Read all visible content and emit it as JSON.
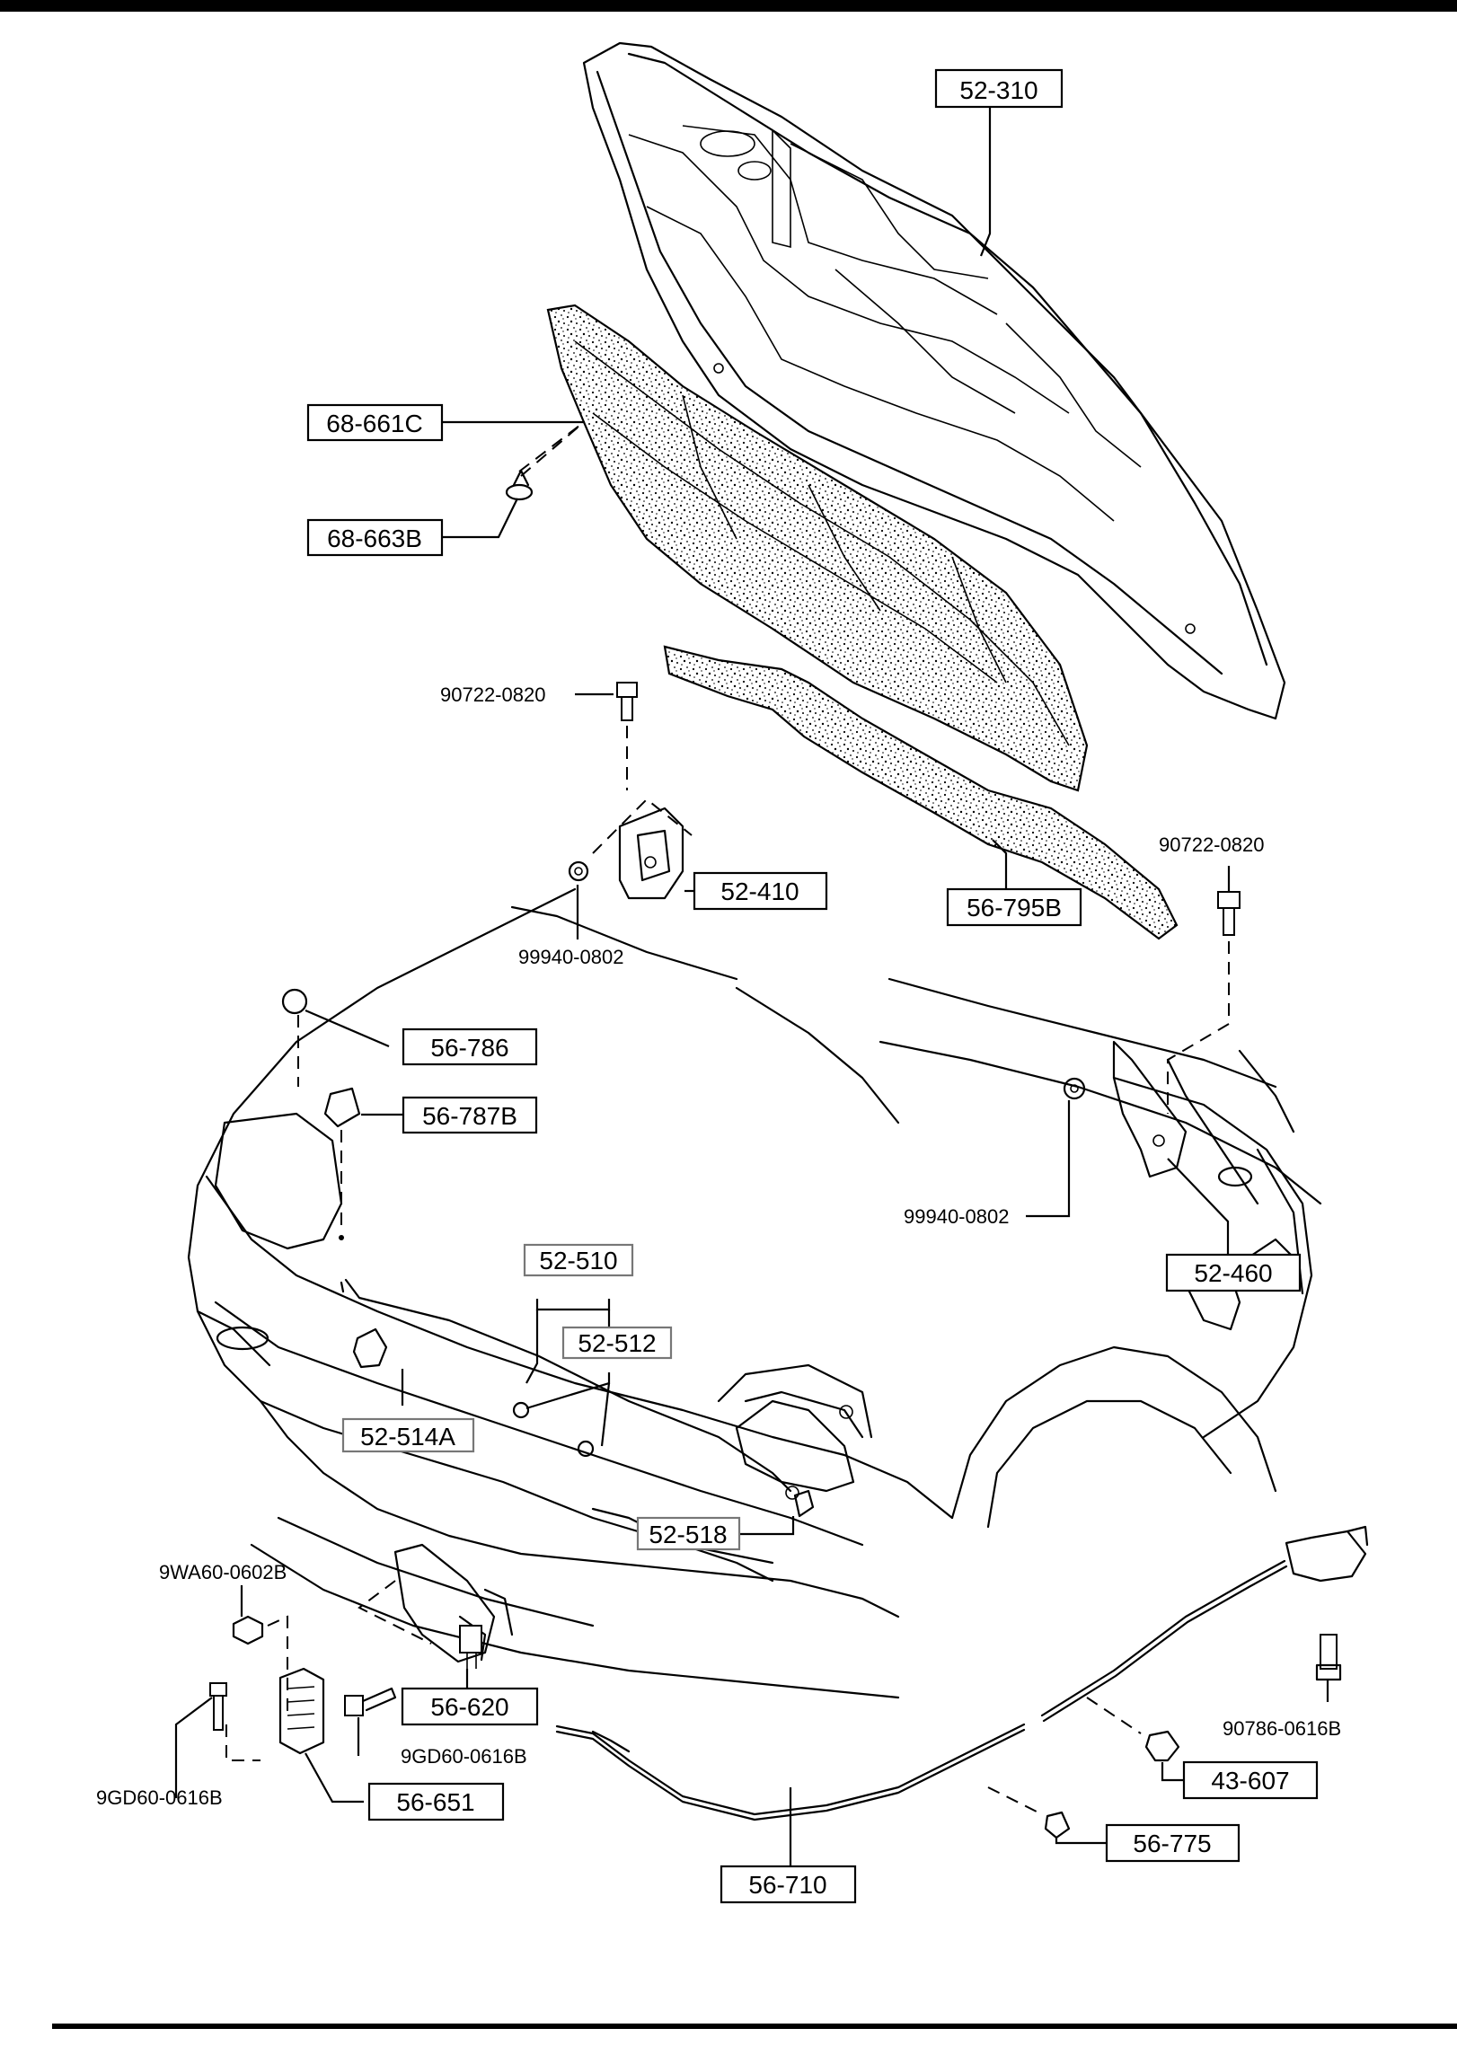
{
  "labels": {
    "p52_310": "52-310",
    "p68_661c": "68-661C",
    "p68_663b": "68-663B",
    "b90722_a": "90722-0820",
    "p52_410": "52-410",
    "n99940_a": "99940-0802",
    "p56_795b": "56-795B",
    "b90722_b": "90722-0820",
    "p56_786": "56-786",
    "p56_787b": "56-787B",
    "n99940_b": "99940-0802",
    "p52_460": "52-460",
    "p52_510": "52-510",
    "p52_512": "52-512",
    "p52_514a": "52-514A",
    "p52_518": "52-518",
    "b9wa60": "9WA60-0602B",
    "p56_620": "56-620",
    "b9gd60_a": "9GD60-0616B",
    "b9gd60_b": "9GD60-0616B",
    "p56_651": "56-651",
    "p56_710": "56-710",
    "b90786": "90786-0616B",
    "p43_607": "43-607",
    "p56_775": "56-775"
  }
}
